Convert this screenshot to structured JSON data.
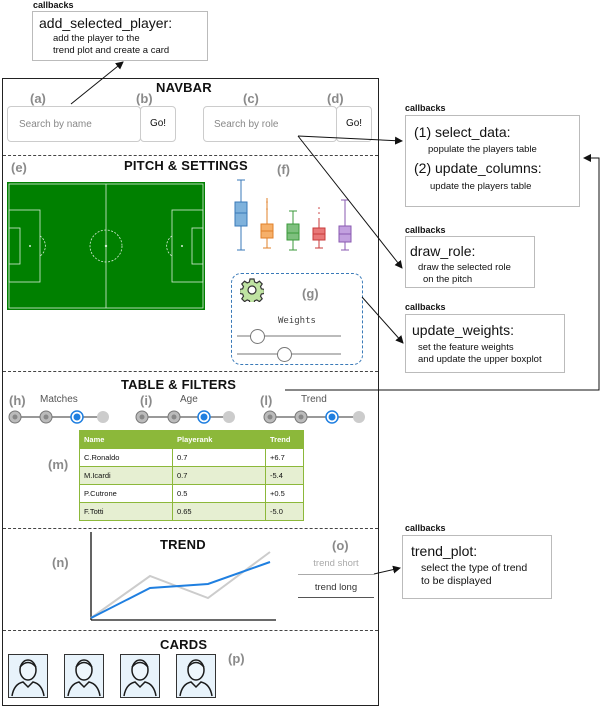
{
  "callbacks_label": "callbacks",
  "callbacks": {
    "add_selected_player": {
      "fn": "add_selected_player:",
      "desc": [
        "add the player to the",
        "trend plot and create a card"
      ]
    },
    "select_update": {
      "fn1": "(1) select_data:",
      "desc1": "populate the players table",
      "fn2": "(2) update_columns:",
      "desc2": "update the players table"
    },
    "draw_role": {
      "fn": "draw_role:",
      "desc": [
        "draw the selected role",
        "on the pitch"
      ]
    },
    "update_weights": {
      "fn": "update_weights:",
      "desc": [
        "set the feature weights",
        "and update the upper boxplot"
      ]
    },
    "trend_plot": {
      "fn": "trend_plot:",
      "desc": [
        "select the type of trend",
        "to be displayed"
      ]
    }
  },
  "navbar": {
    "title": "NAVBAR",
    "search_name_placeholder": "Search by name",
    "search_role_placeholder": "Search by role",
    "go_label": "Go!"
  },
  "pitch": {
    "title": "PITCH & SETTINGS",
    "weights_label": "Weights"
  },
  "table": {
    "title": "TABLE & FILTERS",
    "filters": [
      "Matches",
      "Age",
      "Trend"
    ],
    "columns": [
      "Name",
      "Playerank",
      "Trend"
    ],
    "rows": [
      [
        "C.Ronaldo",
        "0.7",
        "+6.7"
      ],
      [
        "M.Icardi",
        "0.7",
        "-5.4"
      ],
      [
        "P.Cutrone",
        "0.5",
        "+0.5"
      ],
      [
        "F.Totti",
        "0.65",
        "-5.0"
      ]
    ]
  },
  "trend": {
    "title": "TREND",
    "buttons": [
      "trend short",
      "trend long"
    ]
  },
  "cards": {
    "title": "CARDS",
    "count": 4
  },
  "letters": {
    "a": "(a)",
    "b": "(b)",
    "c": "(c)",
    "d": "(d)",
    "e": "(e)",
    "f": "(f)",
    "g": "(g)",
    "h": "(h)",
    "i": "(i)",
    "l": "(l)",
    "m": "(m)",
    "n": "(n)",
    "o": "(o)",
    "p": "(p)"
  },
  "colors": {
    "pitch": "#008000",
    "table_header": "#8cb83a",
    "trend_blue": "#1f7fe0",
    "trend_gray": "#c8c8c8",
    "slider_active": "#1f7fe0"
  }
}
